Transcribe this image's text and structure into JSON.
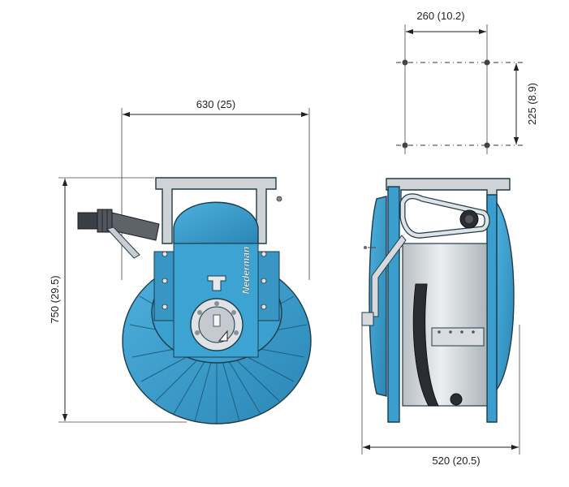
{
  "dimensions": {
    "front_width": "630 (25)",
    "front_height": "750 (29.5)",
    "side_depth": "520 (20.5)",
    "mount_width": "260 (10.2)",
    "mount_height": "225 (8.9)"
  },
  "product": {
    "brand_text": "Nederman"
  },
  "colors": {
    "reel_blue": "#3a9fcf",
    "reel_blue_dark": "#2b86b4",
    "metal": "#cfd3d6",
    "outline": "#1d3b4a"
  }
}
